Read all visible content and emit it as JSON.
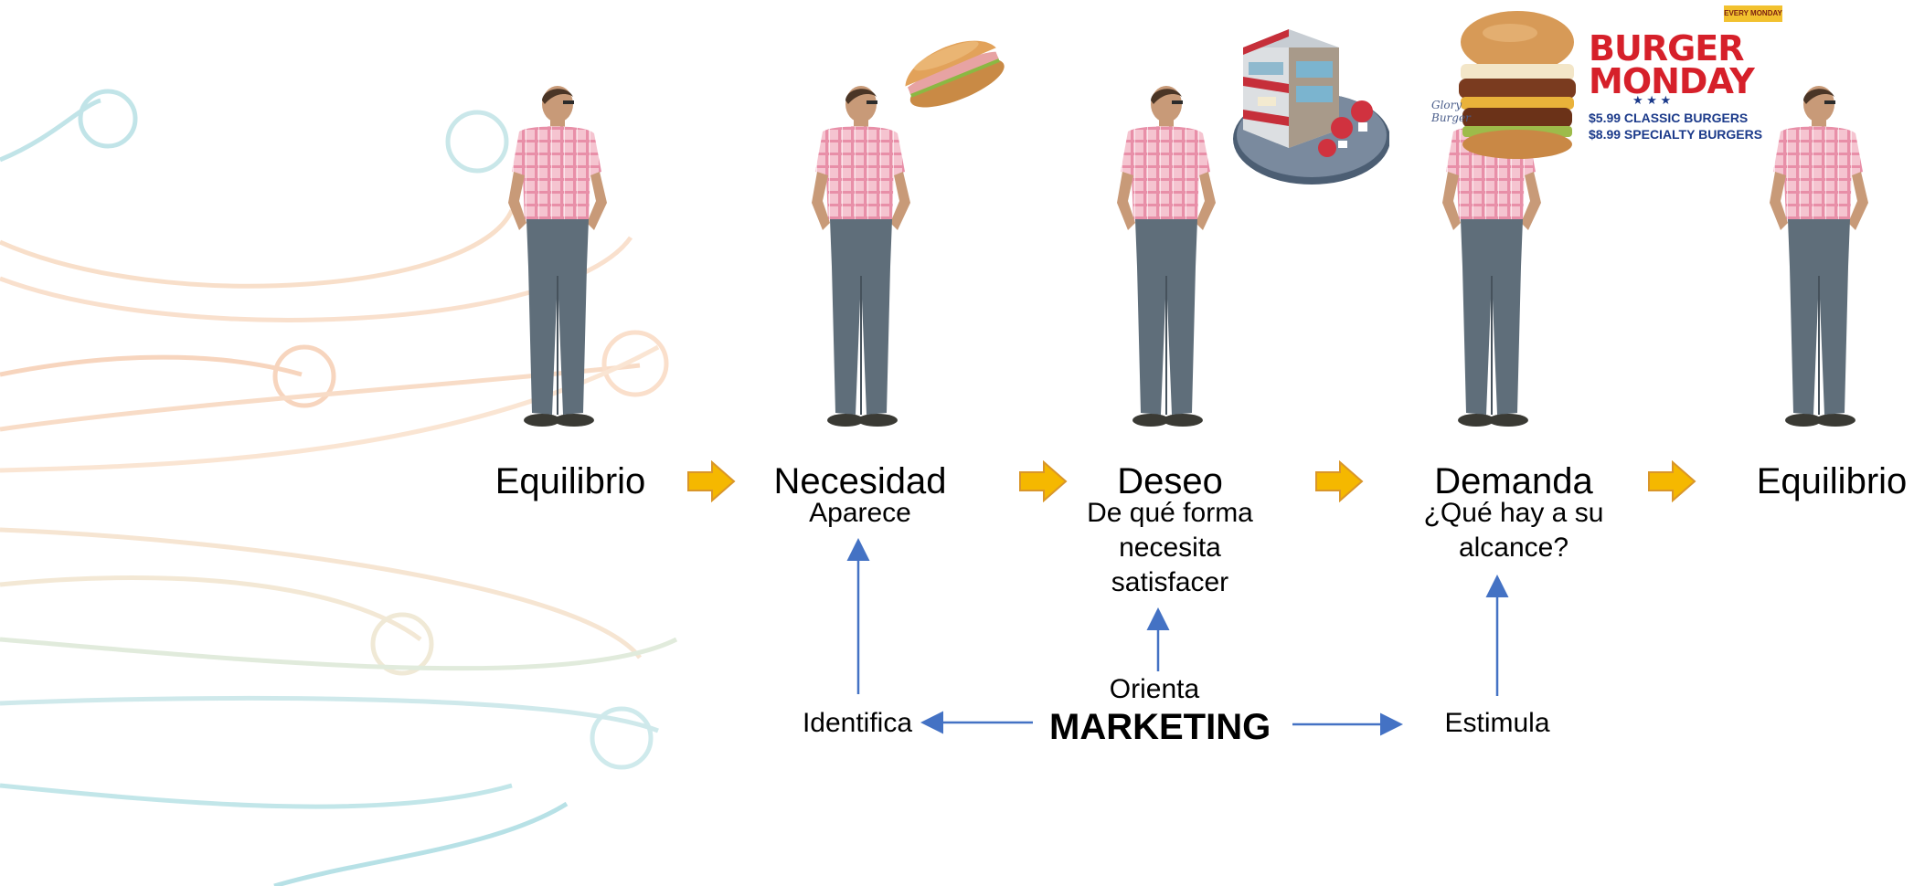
{
  "stages": [
    {
      "title": "Equilibrio",
      "subtitle": ""
    },
    {
      "title": "Necesidad",
      "subtitle": "Aparece"
    },
    {
      "title": "Deseo",
      "subtitle": "De qué forma necesita satisfacer"
    },
    {
      "title": "Demanda",
      "subtitle": "¿Qué hay a su alcance?"
    },
    {
      "title": "Equilibrio",
      "subtitle": ""
    }
  ],
  "marketing": {
    "title": "MARKETING",
    "orienta": "Orienta",
    "identifica": "Identifica",
    "estimula": "Estimula"
  },
  "ad": {
    "badge": "EVERY MONDAY",
    "line1": "BURGER",
    "line2": "MONDAY",
    "stars": "★ ★ ★",
    "price1": "$5.99 CLASSIC BURGERS",
    "price2": "$8.99 SPECIALTY BURGERS",
    "script": "Glory Burger"
  },
  "icons": [
    "person-icon",
    "sandwich-icon",
    "restaurant-icon",
    "burger-ad-image",
    "right-arrow-icon"
  ],
  "colors": {
    "arrow_fill": "#F5B800",
    "arrow_stroke": "#D9962A",
    "connector": "#4472C4",
    "shirt": "#F2B8C6",
    "jeans": "#5C6B78"
  }
}
